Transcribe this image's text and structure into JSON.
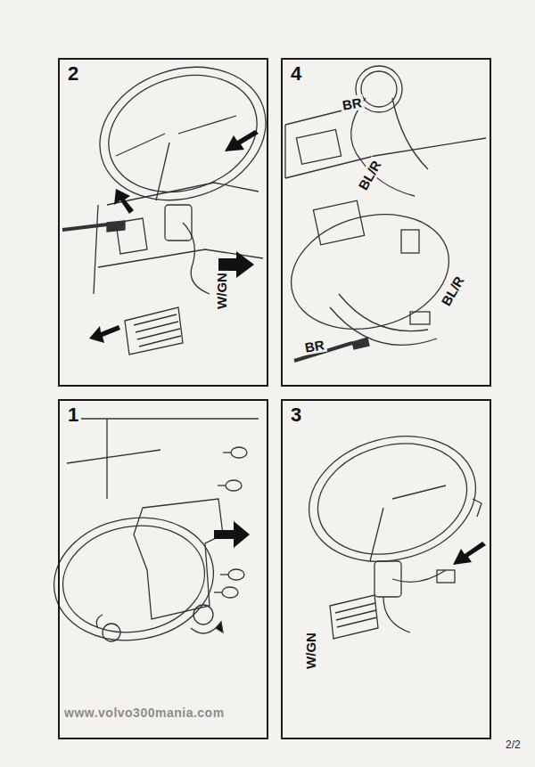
{
  "diagram": {
    "nodes": [
      {
        "text": [
          "2"
        ]
      },
      {
        "text": [
          "4"
        ]
      },
      {
        "text": [
          "1"
        ]
      },
      {
        "text": [
          "3"
        ]
      }
    ],
    "labels": [
      "BR",
      "BL/R",
      "W/GN",
      "BL/R",
      "BR",
      "W/GN",
      "www.volvo300mania.com",
      "2/2"
    ]
  }
}
